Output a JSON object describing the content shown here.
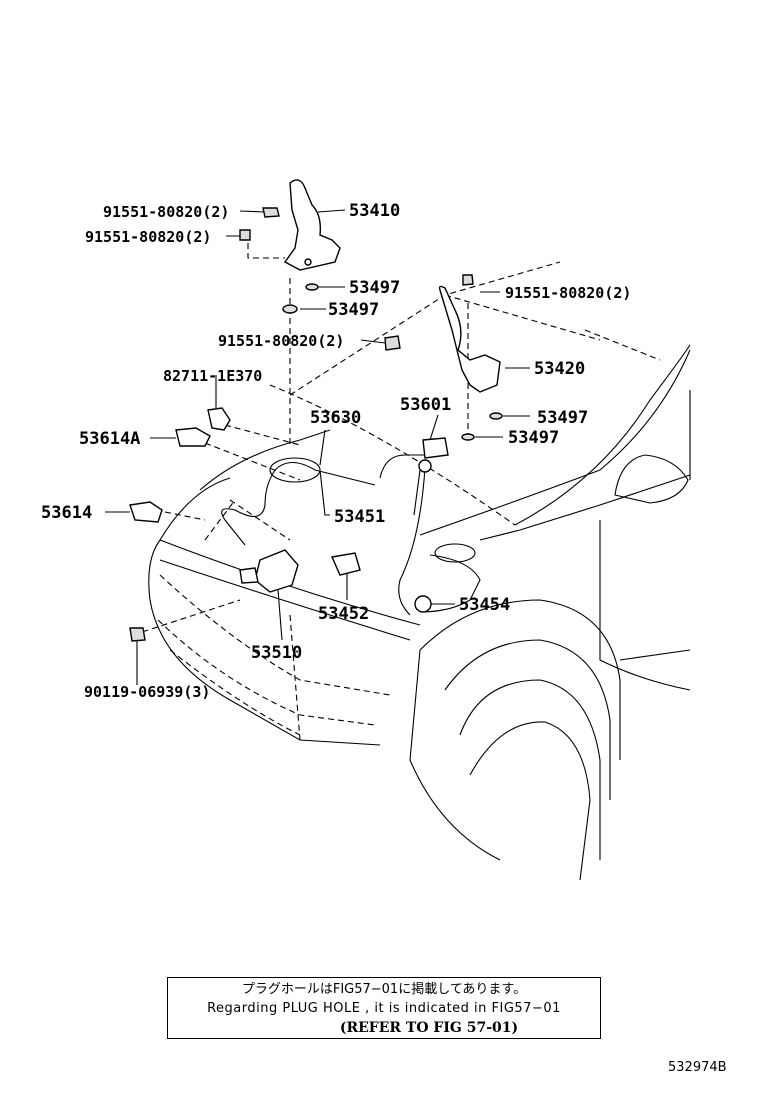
{
  "diagram": {
    "labels": {
      "p53410": "53410",
      "p91551a": "91551-80820(2)",
      "p91551b": "91551-80820(2)",
      "p53497a": "53497",
      "p53497b": "53497",
      "p91551c": "91551-80820(2)",
      "p91551d": "91551-80820(2)",
      "p53420": "53420",
      "p53497c": "53497",
      "p53497d": "53497",
      "p82711": "82711-1E370",
      "p53630": "53630",
      "p53601": "53601",
      "p53614A": "53614A",
      "p53614": "53614",
      "p53451": "53451",
      "p53452": "53452",
      "p53454": "53454",
      "p53510": "53510",
      "p90119": "90119-06939(3)"
    }
  },
  "note": {
    "line1": "プラグホールはFIG57−01に掲載してあります。",
    "line2": "Regarding PLUG HOLE , it is indicated in FIG57−01",
    "line3": "(REFER TO FIG 57-01)"
  },
  "reference_id": "532974B"
}
